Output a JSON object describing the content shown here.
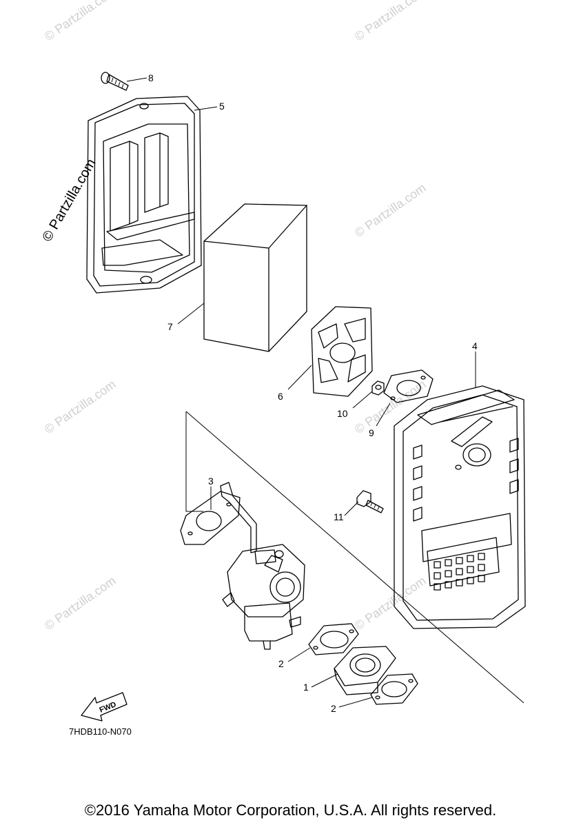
{
  "watermarks": [
    "© Partzilla.com"
  ],
  "callouts": [
    "8",
    "5",
    "7",
    "6",
    "4",
    "10",
    "9",
    "3",
    "11",
    "2",
    "1",
    "2"
  ],
  "fwd_label": "FWD",
  "diagram_code": "7HDB110-N070",
  "copyright": "©2016 Yamaha Motor Corporation, U.S.A. All rights reserved."
}
